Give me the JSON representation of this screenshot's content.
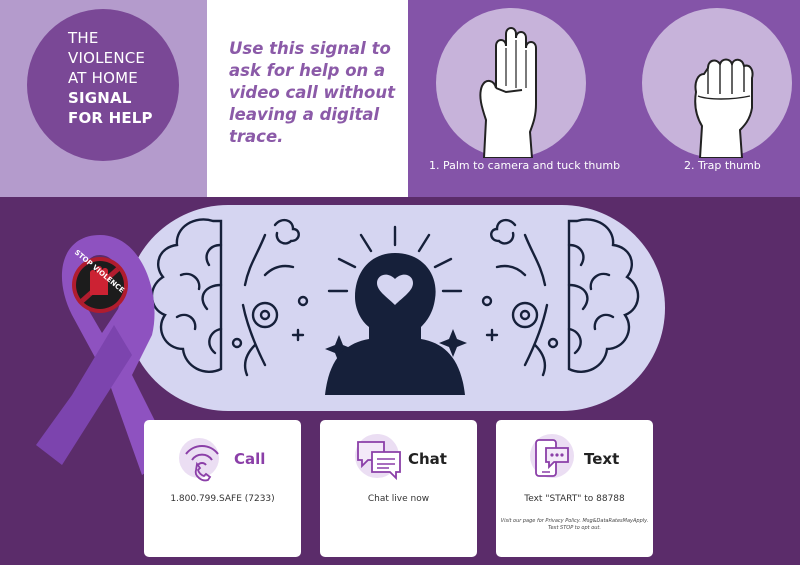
{
  "signal_title": {
    "line1": "THE",
    "line2": "VIOLENCE",
    "line3": "AT HOME",
    "line4": "SIGNAL",
    "line5": "FOR HELP"
  },
  "message": "Use this signal to ask for help on a video call without leaving a digital trace.",
  "steps": [
    {
      "label": "1. Palm to camera and tuck thumb"
    },
    {
      "label": "2. Trap thumb"
    }
  ],
  "ribbon_badge": "STOP VIOLENCE",
  "contacts": [
    {
      "title": "Call",
      "detail": "1.800.799.SAFE (7233)",
      "icon": "phone-icon"
    },
    {
      "title": "Chat",
      "detail": "Chat live now",
      "icon": "chat-icon"
    },
    {
      "title": "Text",
      "detail": "Text \"START\" to 88788",
      "fine_print": "Visit our page for Privacy Policy. Msg&DataRatesMayApply. Text STOP to opt out.",
      "icon": "text-message-icon"
    }
  ],
  "colors": {
    "light_purple": "#b49bcc",
    "dark_purple": "#7a4896",
    "mid_purple": "#8454a8",
    "background": "#5b2c6a",
    "pill": "#d5d5f1",
    "navy": "#16203a"
  }
}
